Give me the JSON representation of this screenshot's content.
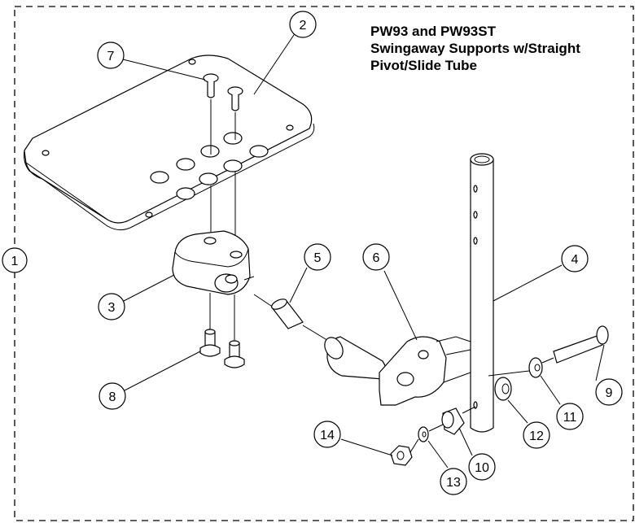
{
  "title": {
    "line1": "PW93 and PW93ST",
    "line2": "Swingaway Supports w/Straight",
    "line3": "Pivot/Slide Tube"
  },
  "callouts": {
    "c1": "1",
    "c2": "2",
    "c3": "3",
    "c4": "4",
    "c5": "5",
    "c6": "6",
    "c7": "7",
    "c8": "8",
    "c9": "9",
    "c10": "10",
    "c11": "11",
    "c12": "12",
    "c13": "13",
    "c14": "14"
  }
}
